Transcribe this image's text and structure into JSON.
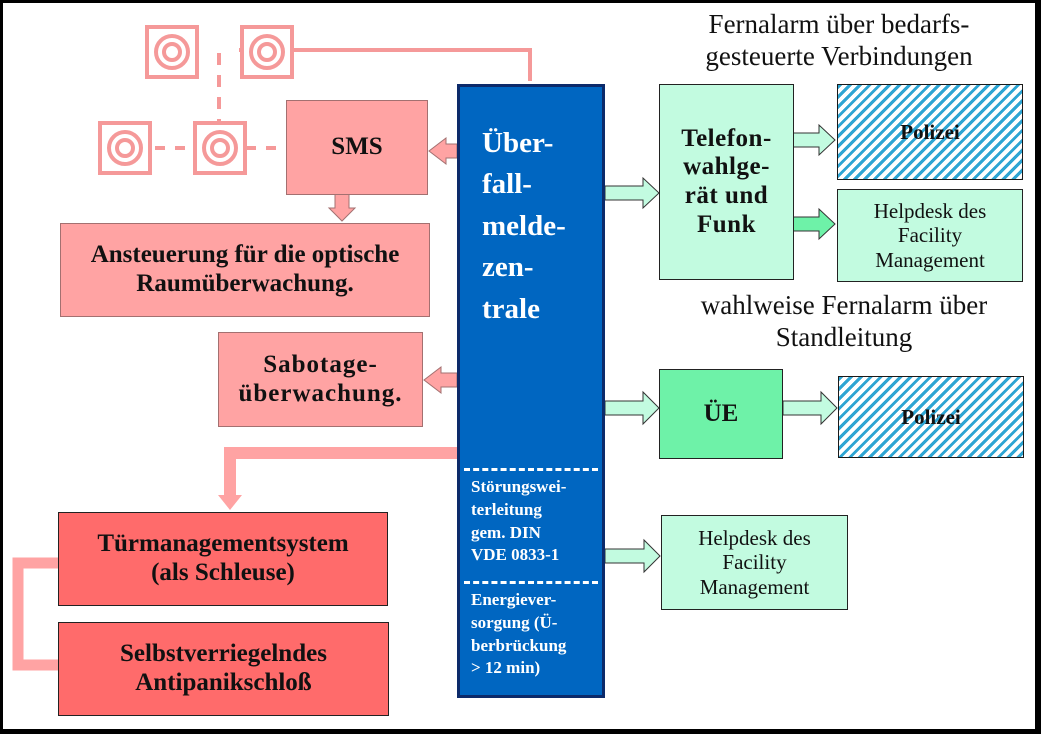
{
  "diagram": {
    "central_unit": {
      "title": "Über-\nfall-\nmelde-\nzen-\ntrale",
      "fault_forwarding": "Störungswei-\nterleitung\ngem. DIN\nVDE 0833-1",
      "power_supply": "Energiever-\nsorgung  (Ü-\nberbrückung\n> 12 min)"
    },
    "left": {
      "sms": "SMS",
      "optical_monitoring": "Ansteuerung für die optische Raumüberwachung.",
      "sabotage": "Sabotage-\nüberwachung.",
      "door_management": "Türmanagementsystem\n(als Schleuse)",
      "antipanic_lock": "Selbstverriegelndes\nAntipanikschloß",
      "detector_icon": "ring-detector-icon"
    },
    "right": {
      "heading_dialup": "Fernalarm über bedarfs-\ngesteuerte Verbindungen",
      "dialer": "Telefon-\nwahlge-\nrät und\nFunk",
      "police_1": "Polizei",
      "helpdesk_1": "Helpdesk des\nFacility\nManagement",
      "heading_leased": "wahlweise Fernalarm über\nStandleitung",
      "ue": "ÜE",
      "police_2": "Polizei",
      "helpdesk_2": "Helpdesk des\nFacility\nManagement"
    },
    "colors": {
      "central_blue": "#0066c1",
      "pink": "#ffa3a3",
      "red": "#ff6b6b",
      "mint": "#c2fbe0",
      "green": "#6ef2a8",
      "hatch_blue": "#2ea5d3"
    }
  }
}
